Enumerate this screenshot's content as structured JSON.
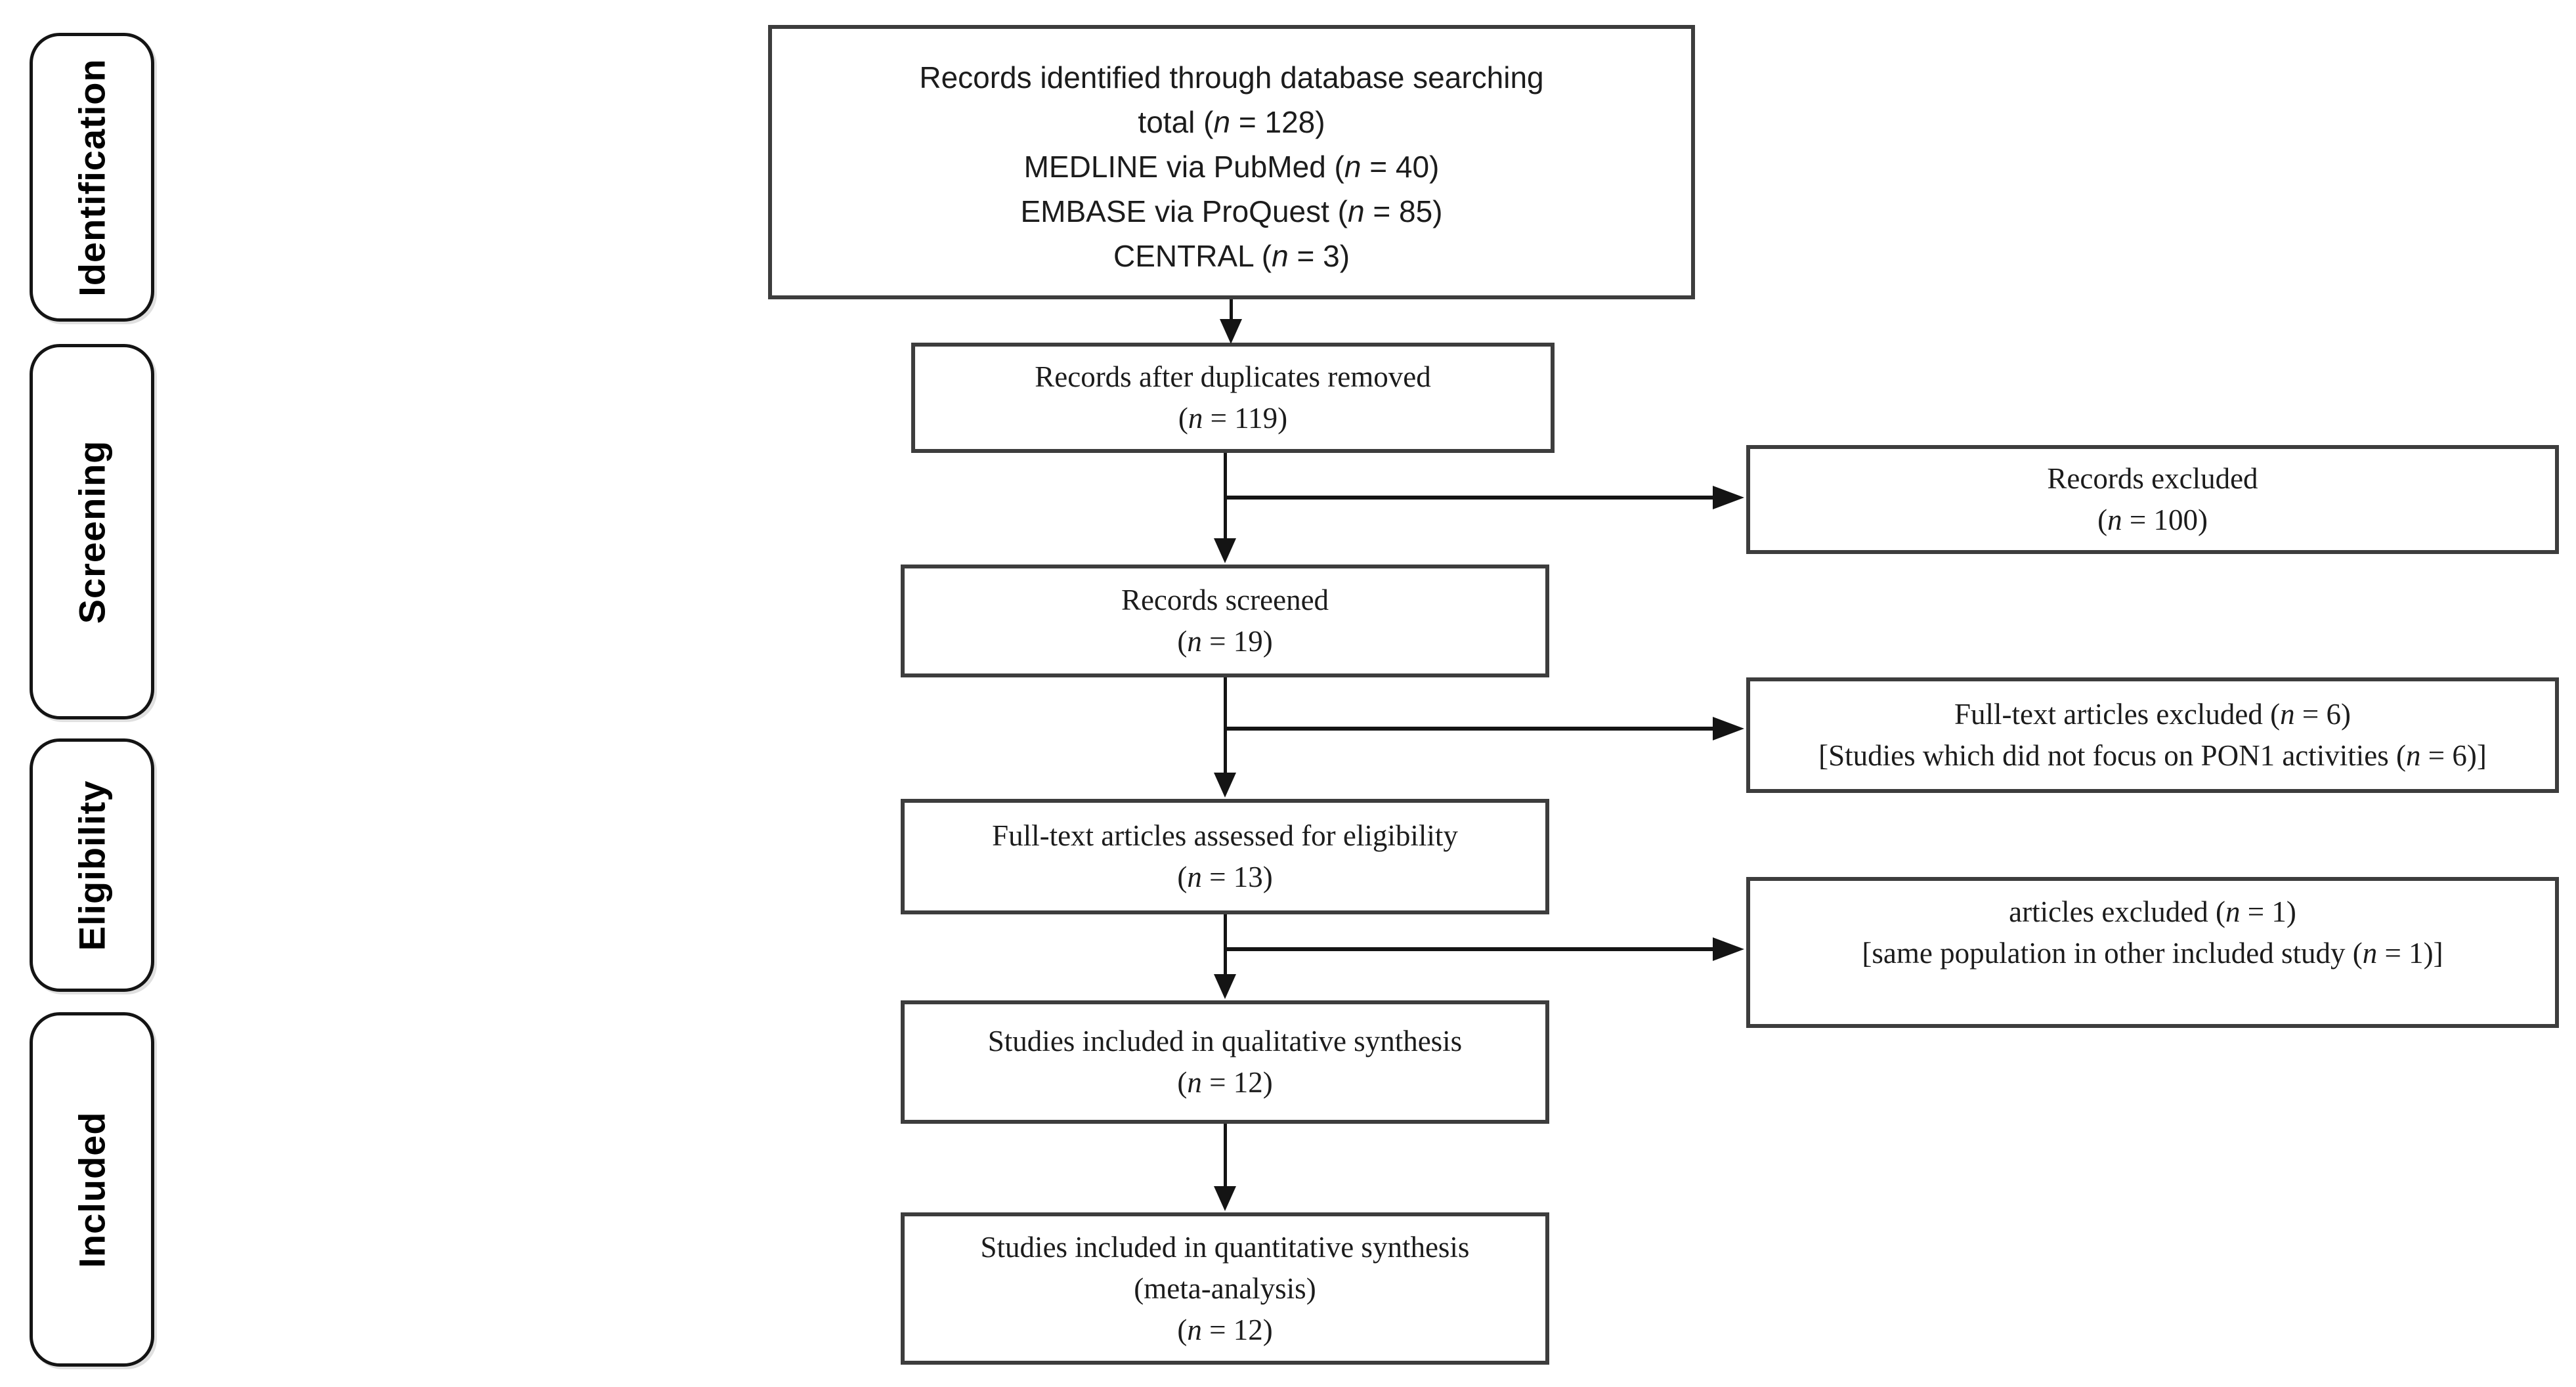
{
  "colors": {
    "background": "#ffffff",
    "text": "#1c1c1c",
    "box_border": "#3d3d3d",
    "line": "#141414"
  },
  "stages": [
    {
      "label": "Identification"
    },
    {
      "label": "Screening"
    },
    {
      "label": "Eligibility"
    },
    {
      "label": "Included"
    }
  ],
  "flow": {
    "identified": {
      "lines": [
        "Records identified through database searching",
        "total (n = 128)",
        "MEDLINE via PubMed (n = 40)",
        "EMBASE via ProQuest (n = 85)",
        "CENTRAL (n = 3)"
      ]
    },
    "deduplicated": {
      "lines": [
        "Records after duplicates removed",
        "(n = 119)"
      ]
    },
    "records_excluded": {
      "lines": [
        "Records excluded",
        "(n = 100)"
      ]
    },
    "screened": {
      "lines": [
        "Records screened",
        "(n = 19)"
      ]
    },
    "fulltext_excluded": {
      "lines": [
        "Full-text articles excluded (n = 6)",
        "[Studies which did not focus on PON1 activities (n = 6)]"
      ]
    },
    "fulltext_assessed": {
      "lines": [
        "Full-text articles assessed for eligibility",
        "(n = 13)"
      ]
    },
    "articles_excluded": {
      "lines": [
        "articles excluded (n = 1)",
        "[same population in other included study (n = 1)]"
      ]
    },
    "qualitative": {
      "lines": [
        "Studies included in qualitative synthesis",
        "(n = 12)"
      ]
    },
    "quantitative": {
      "lines": [
        "Studies included in quantitative synthesis",
        "(meta-analysis)",
        "(n = 12)"
      ]
    }
  }
}
